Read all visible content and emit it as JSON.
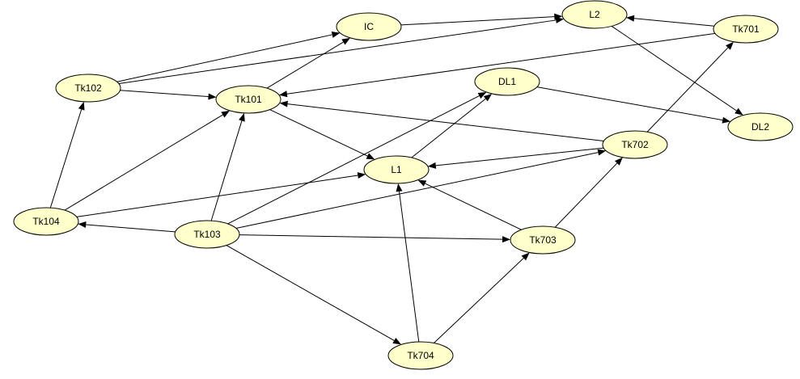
{
  "colors": {
    "node_fill": "#ffffcc",
    "node_stroke": "#000000",
    "edge": "#000000",
    "background": "#ffffff"
  },
  "nodes": [
    {
      "id": "IC",
      "label": "IC"
    },
    {
      "id": "L2",
      "label": "L2"
    },
    {
      "id": "Tk701",
      "label": "Tk701"
    },
    {
      "id": "Tk102",
      "label": "Tk102"
    },
    {
      "id": "Tk101",
      "label": "Tk101"
    },
    {
      "id": "DL1",
      "label": "DL1"
    },
    {
      "id": "DL2",
      "label": "DL2"
    },
    {
      "id": "Tk702",
      "label": "Tk702"
    },
    {
      "id": "L1",
      "label": "L1"
    },
    {
      "id": "Tk104",
      "label": "Tk104"
    },
    {
      "id": "Tk103",
      "label": "Tk103"
    },
    {
      "id": "Tk703",
      "label": "Tk703"
    },
    {
      "id": "Tk704",
      "label": "Tk704"
    }
  ],
  "edges": [
    {
      "from": "Tk102",
      "to": "IC"
    },
    {
      "from": "Tk102",
      "to": "L2"
    },
    {
      "from": "Tk102",
      "to": "Tk101"
    },
    {
      "from": "IC",
      "to": "L2"
    },
    {
      "from": "Tk701",
      "to": "L2"
    },
    {
      "from": "Tk701",
      "to": "Tk101"
    },
    {
      "from": "L2",
      "to": "DL2"
    },
    {
      "from": "Tk101",
      "to": "IC"
    },
    {
      "from": "Tk101",
      "to": "L1"
    },
    {
      "from": "DL1",
      "to": "DL2"
    },
    {
      "from": "L1",
      "to": "DL1"
    },
    {
      "from": "Tk702",
      "to": "Tk101"
    },
    {
      "from": "Tk702",
      "to": "L1"
    },
    {
      "from": "Tk702",
      "to": "Tk701"
    },
    {
      "from": "Tk104",
      "to": "Tk102"
    },
    {
      "from": "Tk104",
      "to": "Tk101"
    },
    {
      "from": "Tk104",
      "to": "L1"
    },
    {
      "from": "Tk103",
      "to": "Tk104"
    },
    {
      "from": "Tk103",
      "to": "Tk101"
    },
    {
      "from": "Tk103",
      "to": "DL1"
    },
    {
      "from": "Tk103",
      "to": "Tk702"
    },
    {
      "from": "Tk103",
      "to": "Tk703"
    },
    {
      "from": "Tk103",
      "to": "Tk704"
    },
    {
      "from": "Tk703",
      "to": "L1"
    },
    {
      "from": "Tk703",
      "to": "Tk702"
    },
    {
      "from": "Tk704",
      "to": "L1"
    },
    {
      "from": "Tk704",
      "to": "Tk703"
    }
  ]
}
